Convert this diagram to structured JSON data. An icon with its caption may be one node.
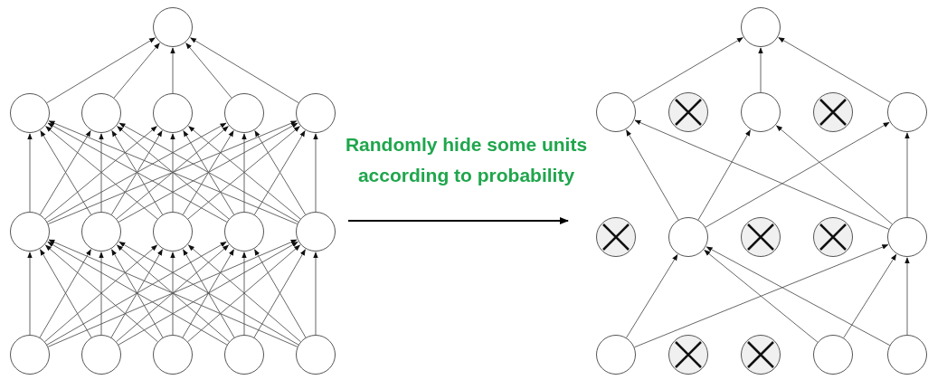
{
  "diagram": {
    "nodes": [
      {
        "text": [],
        "shape": "circle"
      },
      {
        "text": [],
        "shape": "circle"
      },
      {
        "text": [],
        "shape": "circle"
      },
      {
        "text": [],
        "shape": "circle"
      },
      {
        "text": [],
        "shape": "circle"
      },
      {
        "text": [],
        "shape": "circle"
      },
      {
        "text": [],
        "shape": "circle"
      },
      {
        "text": [],
        "shape": "circle"
      },
      {
        "text": [],
        "shape": "circle"
      },
      {
        "text": [],
        "shape": "circle"
      },
      {
        "text": [],
        "shape": "circle"
      },
      {
        "text": [],
        "shape": "circle"
      },
      {
        "text": [],
        "shape": "circle"
      },
      {
        "text": [],
        "shape": "circle"
      },
      {
        "text": [],
        "shape": "circle"
      },
      {
        "text": [],
        "shape": "circle"
      },
      {
        "text": [],
        "shape": "circle"
      },
      {
        "text": [],
        "shape": "circle"
      },
      {
        "text": [],
        "shape": "crossed"
      },
      {
        "text": [],
        "shape": "circle"
      },
      {
        "text": [],
        "shape": "crossed"
      },
      {
        "text": [],
        "shape": "circle"
      },
      {
        "text": [],
        "shape": "crossed"
      },
      {
        "text": [],
        "shape": "circle"
      },
      {
        "text": [],
        "shape": "crossed"
      },
      {
        "text": [],
        "shape": "crossed"
      },
      {
        "text": [],
        "shape": "circle"
      },
      {
        "text": [],
        "shape": "circle"
      },
      {
        "text": [],
        "shape": "crossed"
      },
      {
        "text": [],
        "shape": "crossed"
      },
      {
        "text": [],
        "shape": "circle"
      },
      {
        "text": [],
        "shape": "circle"
      }
    ],
    "edges": [
      {
        "from": 1,
        "to": 0,
        "arrow": "to"
      },
      {
        "from": 2,
        "to": 0,
        "arrow": "to"
      },
      {
        "from": 3,
        "to": 0,
        "arrow": "to"
      },
      {
        "from": 4,
        "to": 0,
        "arrow": "to"
      },
      {
        "from": 5,
        "to": 0,
        "arrow": "to"
      },
      {
        "from": 6,
        "to": 1,
        "arrow": "to"
      },
      {
        "from": 6,
        "to": 2,
        "arrow": "to"
      },
      {
        "from": 6,
        "to": 3,
        "arrow": "to"
      },
      {
        "from": 6,
        "to": 4,
        "arrow": "to"
      },
      {
        "from": 6,
        "to": 5,
        "arrow": "to"
      },
      {
        "from": 7,
        "to": 1,
        "arrow": "to"
      },
      {
        "from": 7,
        "to": 2,
        "arrow": "to"
      },
      {
        "from": 7,
        "to": 3,
        "arrow": "to"
      },
      {
        "from": 7,
        "to": 4,
        "arrow": "to"
      },
      {
        "from": 7,
        "to": 5,
        "arrow": "to"
      },
      {
        "from": 8,
        "to": 1,
        "arrow": "to"
      },
      {
        "from": 8,
        "to": 2,
        "arrow": "to"
      },
      {
        "from": 8,
        "to": 3,
        "arrow": "to"
      },
      {
        "from": 8,
        "to": 4,
        "arrow": "to"
      },
      {
        "from": 8,
        "to": 5,
        "arrow": "to"
      },
      {
        "from": 9,
        "to": 1,
        "arrow": "to"
      },
      {
        "from": 9,
        "to": 2,
        "arrow": "to"
      },
      {
        "from": 9,
        "to": 3,
        "arrow": "to"
      },
      {
        "from": 9,
        "to": 4,
        "arrow": "to"
      },
      {
        "from": 9,
        "to": 5,
        "arrow": "to"
      },
      {
        "from": 10,
        "to": 1,
        "arrow": "to"
      },
      {
        "from": 10,
        "to": 2,
        "arrow": "to"
      },
      {
        "from": 10,
        "to": 3,
        "arrow": "to"
      },
      {
        "from": 10,
        "to": 4,
        "arrow": "to"
      },
      {
        "from": 10,
        "to": 5,
        "arrow": "to"
      },
      {
        "from": 11,
        "to": 6,
        "arrow": "to"
      },
      {
        "from": 11,
        "to": 7,
        "arrow": "to"
      },
      {
        "from": 11,
        "to": 8,
        "arrow": "to"
      },
      {
        "from": 11,
        "to": 9,
        "arrow": "to"
      },
      {
        "from": 11,
        "to": 10,
        "arrow": "to"
      },
      {
        "from": 12,
        "to": 6,
        "arrow": "to"
      },
      {
        "from": 12,
        "to": 7,
        "arrow": "to"
      },
      {
        "from": 12,
        "to": 8,
        "arrow": "to"
      },
      {
        "from": 12,
        "to": 9,
        "arrow": "to"
      },
      {
        "from": 12,
        "to": 10,
        "arrow": "to"
      },
      {
        "from": 13,
        "to": 6,
        "arrow": "to"
      },
      {
        "from": 13,
        "to": 7,
        "arrow": "to"
      },
      {
        "from": 13,
        "to": 8,
        "arrow": "to"
      },
      {
        "from": 13,
        "to": 9,
        "arrow": "to"
      },
      {
        "from": 13,
        "to": 10,
        "arrow": "to"
      },
      {
        "from": 14,
        "to": 6,
        "arrow": "to"
      },
      {
        "from": 14,
        "to": 7,
        "arrow": "to"
      },
      {
        "from": 14,
        "to": 8,
        "arrow": "to"
      },
      {
        "from": 14,
        "to": 9,
        "arrow": "to"
      },
      {
        "from": 14,
        "to": 10,
        "arrow": "to"
      },
      {
        "from": 15,
        "to": 6,
        "arrow": "to"
      },
      {
        "from": 15,
        "to": 7,
        "arrow": "to"
      },
      {
        "from": 15,
        "to": 8,
        "arrow": "to"
      },
      {
        "from": 15,
        "to": 9,
        "arrow": "to"
      },
      {
        "from": 15,
        "to": 10,
        "arrow": "to"
      },
      {
        "from": 17,
        "to": 16,
        "arrow": "to"
      },
      {
        "from": 19,
        "to": 16,
        "arrow": "to"
      },
      {
        "from": 21,
        "to": 16,
        "arrow": "to"
      },
      {
        "from": 23,
        "to": 17,
        "arrow": "to"
      },
      {
        "from": 23,
        "to": 19,
        "arrow": "to"
      },
      {
        "from": 23,
        "to": 21,
        "arrow": "to"
      },
      {
        "from": 26,
        "to": 17,
        "arrow": "to"
      },
      {
        "from": 26,
        "to": 19,
        "arrow": "to"
      },
      {
        "from": 26,
        "to": 21,
        "arrow": "to"
      },
      {
        "from": 27,
        "to": 23,
        "arrow": "to"
      },
      {
        "from": 27,
        "to": 26,
        "arrow": "to"
      },
      {
        "from": 30,
        "to": 23,
        "arrow": "to"
      },
      {
        "from": 30,
        "to": 26,
        "arrow": "to"
      },
      {
        "from": 31,
        "to": 23,
        "arrow": "to"
      },
      {
        "from": 31,
        "to": 26,
        "arrow": "to"
      }
    ],
    "labels": [
      "Randomly hide some units according to probability"
    ]
  }
}
